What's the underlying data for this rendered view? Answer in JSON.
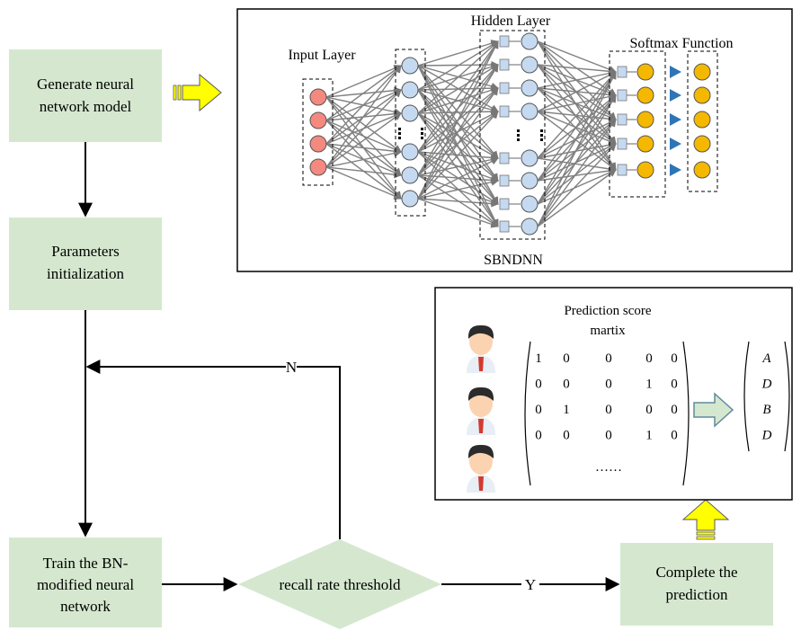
{
  "flowchart": {
    "generate_model": [
      "Generate neural",
      "network model"
    ],
    "param_init": [
      "Parameters",
      "initialization"
    ],
    "train": [
      "Train the BN-",
      "modified neural",
      "network"
    ],
    "decision": "recall rate threshold",
    "complete": [
      "Complete the",
      "prediction"
    ],
    "no_label": "N",
    "yes_label": "Y"
  },
  "network": {
    "input_layer": "Input Layer",
    "hidden_layer": "Hidden Layer",
    "softmax": "Softmax Function",
    "model_name": "SBNDNN"
  },
  "prediction": {
    "title_line1": "Prediction score",
    "title_line2": "martix",
    "matrix_rows": [
      [
        "1",
        "0",
        "0",
        "0",
        "0"
      ],
      [
        "0",
        "0",
        "0",
        "1",
        "0"
      ],
      [
        "0",
        "1",
        "0",
        "0",
        "0"
      ],
      [
        "0",
        "0",
        "0",
        "1",
        "0"
      ]
    ],
    "ellipsis": "……",
    "answers": [
      "A",
      "D",
      "B",
      "D"
    ]
  },
  "colors": {
    "box_fill": "#d5e8cf",
    "arrow_yellow": "#ffff00",
    "arrow_green": "#d5e8cf",
    "input_node": "#f4897f",
    "hidden_node": "#c5daf0",
    "output_node": "#f5b800",
    "triangle": "#2e75b6",
    "connection": "#808080"
  }
}
